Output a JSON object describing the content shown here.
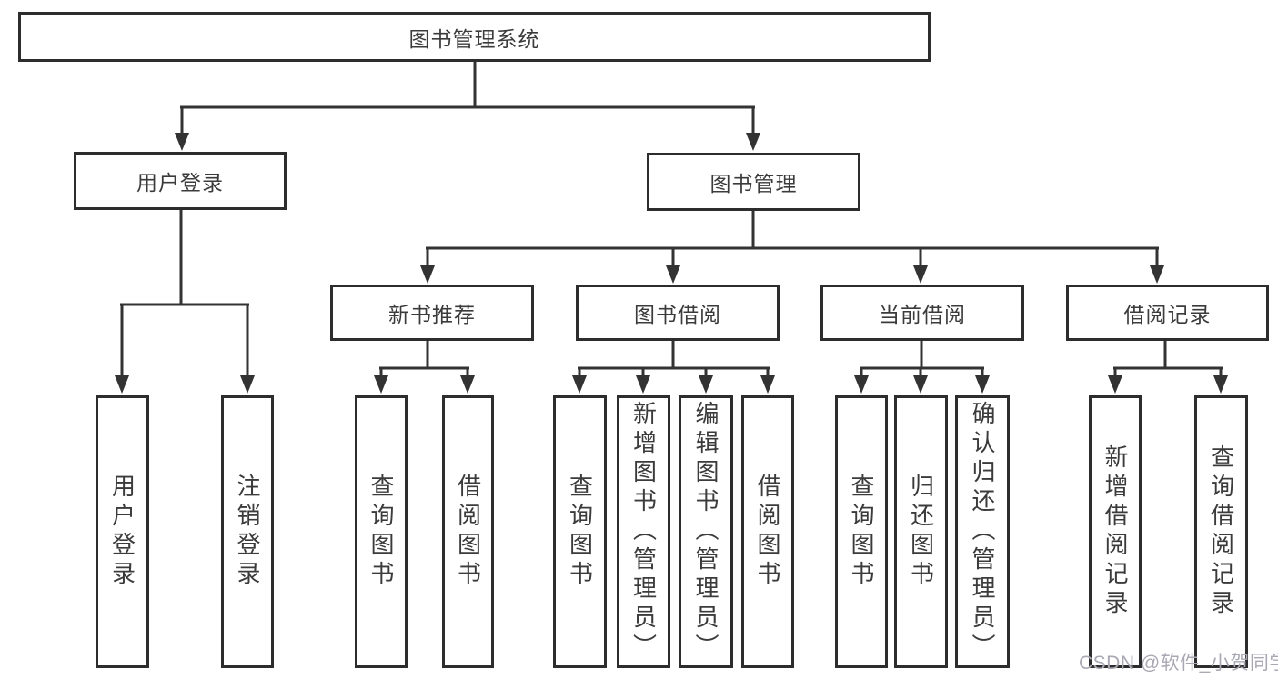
{
  "diagram": {
    "type": "tree",
    "tree": {
      "label": "图书管理系统",
      "children": [
        {
          "label": "用户登录",
          "children": [
            {
              "label": "用户登录"
            },
            {
              "label": "注销登录"
            }
          ]
        },
        {
          "label": "图书管理",
          "children": [
            {
              "label": "新书推荐",
              "children": [
                {
                  "label": "查询图书"
                },
                {
                  "label": "借阅图书"
                }
              ]
            },
            {
              "label": "图书借阅",
              "children": [
                {
                  "label": "查询图书"
                },
                {
                  "label": "新增图书（管理员）"
                },
                {
                  "label": "编辑图书（管理员）"
                },
                {
                  "label": "借阅图书"
                }
              ]
            },
            {
              "label": "当前借阅",
              "children": [
                {
                  "label": "查询图书"
                },
                {
                  "label": "归还图书"
                },
                {
                  "label": "确认归还（管理员）"
                }
              ]
            },
            {
              "label": "借阅记录",
              "children": [
                {
                  "label": "新增借阅记录"
                },
                {
                  "label": "查询借阅记录"
                }
              ]
            }
          ]
        }
      ]
    },
    "colors": {
      "line": "#333333",
      "box_border": "#2d2d2d",
      "box_fill": "#ffffff",
      "text": "#3b3b3b",
      "watermark": "#a9a9b4"
    }
  },
  "watermark": {
    "text": "CSDN @软件_小贺同学"
  }
}
